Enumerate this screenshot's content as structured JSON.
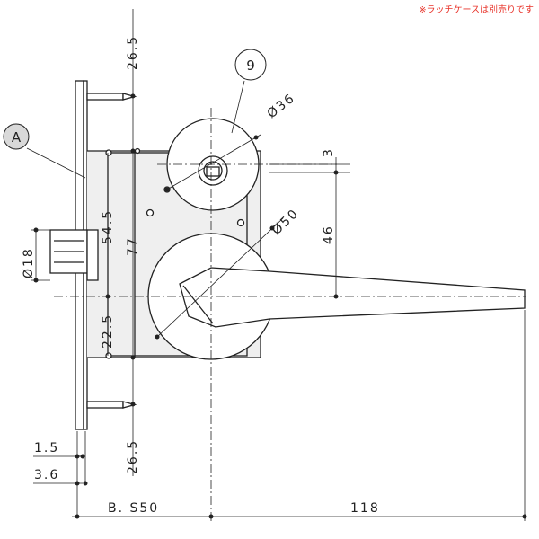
{
  "note": "※ラッチケースは別売りです",
  "callouts": {
    "a": "A",
    "nine": "9"
  },
  "dimensions": {
    "top_26_5": "26.5",
    "bottom_26_5": "26.5",
    "d54_5": "54.5",
    "d77": "77",
    "d22_5": "22.5",
    "d3": "3",
    "d46": "46",
    "phi36": "Ø36",
    "phi50": "Ø50",
    "phi18": "Ø18",
    "d1_5": "1.5",
    "d3_6": "3.6",
    "bs": "B. S50",
    "d118": "118"
  },
  "colors": {
    "line": "#222222",
    "note": "#e8332a",
    "callout_fill": "#d9d9d9",
    "body_fill": "#e9e9e9"
  }
}
